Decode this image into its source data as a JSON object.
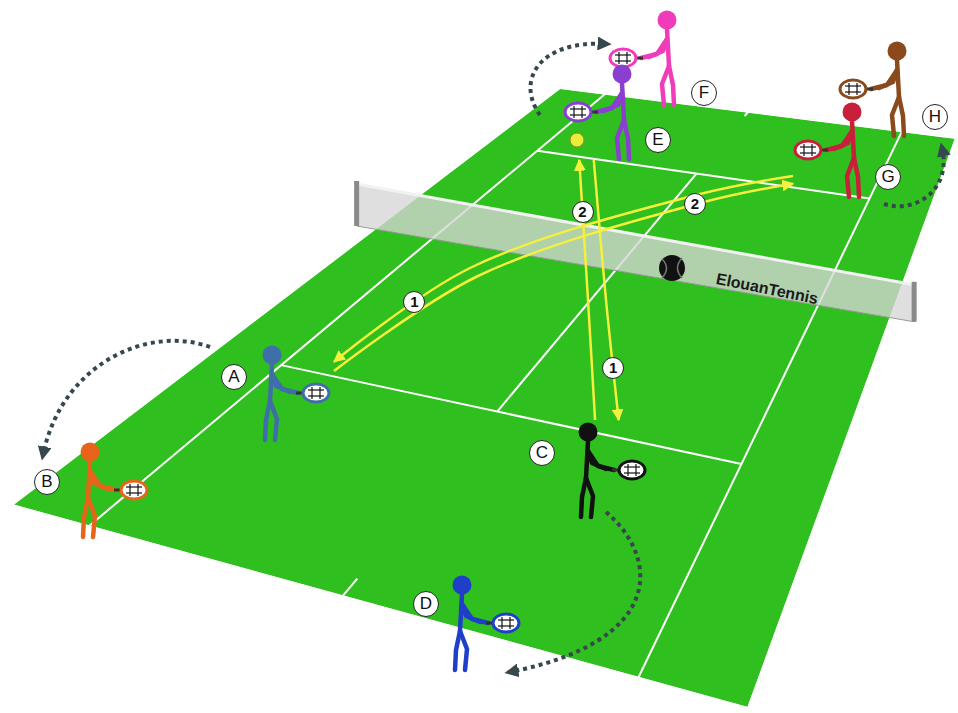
{
  "diagram": {
    "nodes": [
      {
        "text": [
          "A"
        ]
      },
      {
        "text": [
          "B"
        ]
      },
      {
        "text": [
          "C"
        ]
      },
      {
        "text": [
          "D"
        ]
      },
      {
        "text": [
          "E"
        ]
      },
      {
        "text": [
          "F"
        ]
      },
      {
        "text": [
          "G"
        ]
      },
      {
        "text": [
          "H"
        ]
      }
    ],
    "edges": [
      {
        "from": 4,
        "to": 2,
        "arrow": "to",
        "label": "1"
      },
      {
        "from": 2,
        "to": 4,
        "arrow": "to",
        "label": "2"
      },
      {
        "from": 6,
        "to": 0,
        "arrow": "to",
        "label": "1"
      },
      {
        "from": 0,
        "to": 6,
        "arrow": "to",
        "label": "2"
      }
    ],
    "labels": [
      "ElouanTennis"
    ]
  }
}
